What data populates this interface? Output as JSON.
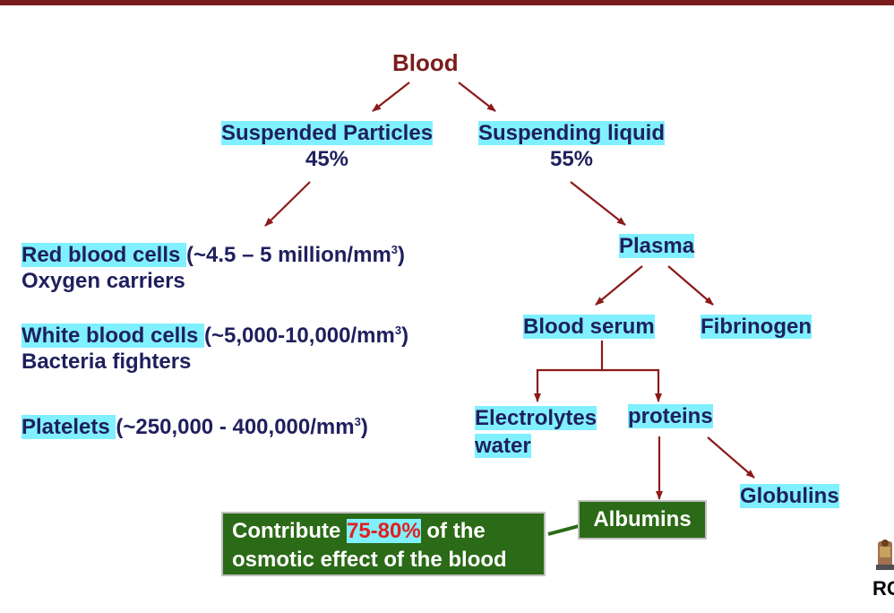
{
  "title": "Blood",
  "suspended": {
    "label": "Suspended Particles",
    "percent": "45%"
  },
  "suspending": {
    "label": "Suspending liquid",
    "percent": "55%"
  },
  "rbc": {
    "label": "Red blood cells ",
    "count": "(~4.5 – 5 million/mm",
    "sup": "3",
    "close": ")",
    "role": "Oxygen carriers"
  },
  "wbc": {
    "label": "White blood cells ",
    "count": "(~5,000-10,000/mm",
    "sup": "3",
    "close": ")",
    "role": "Bacteria fighters"
  },
  "platelets": {
    "label": "Platelets ",
    "count": "(~250,000 - 400,000/mm",
    "sup": "3",
    "close": ")"
  },
  "plasma": "Plasma",
  "serum": "Blood serum",
  "fibrinogen": "Fibrinogen",
  "electrolytes": {
    "line1": "Electrolytes",
    "line2": "water"
  },
  "proteins": "proteins",
  "globulins": "Globulins",
  "albumins": "Albumins",
  "osmotic": {
    "pre": "Contribute ",
    "pct": "75-80%",
    "post": " of the",
    "line2": "osmotic effect of the blood"
  },
  "logo_text": "RC",
  "colors": {
    "title": "#7b1c1c",
    "highlight": "#80f0ff",
    "text": "#1f1f5e",
    "green_box": "#2b6a16",
    "arrow": "#8b1a1a",
    "accent_red": "#e02020"
  }
}
